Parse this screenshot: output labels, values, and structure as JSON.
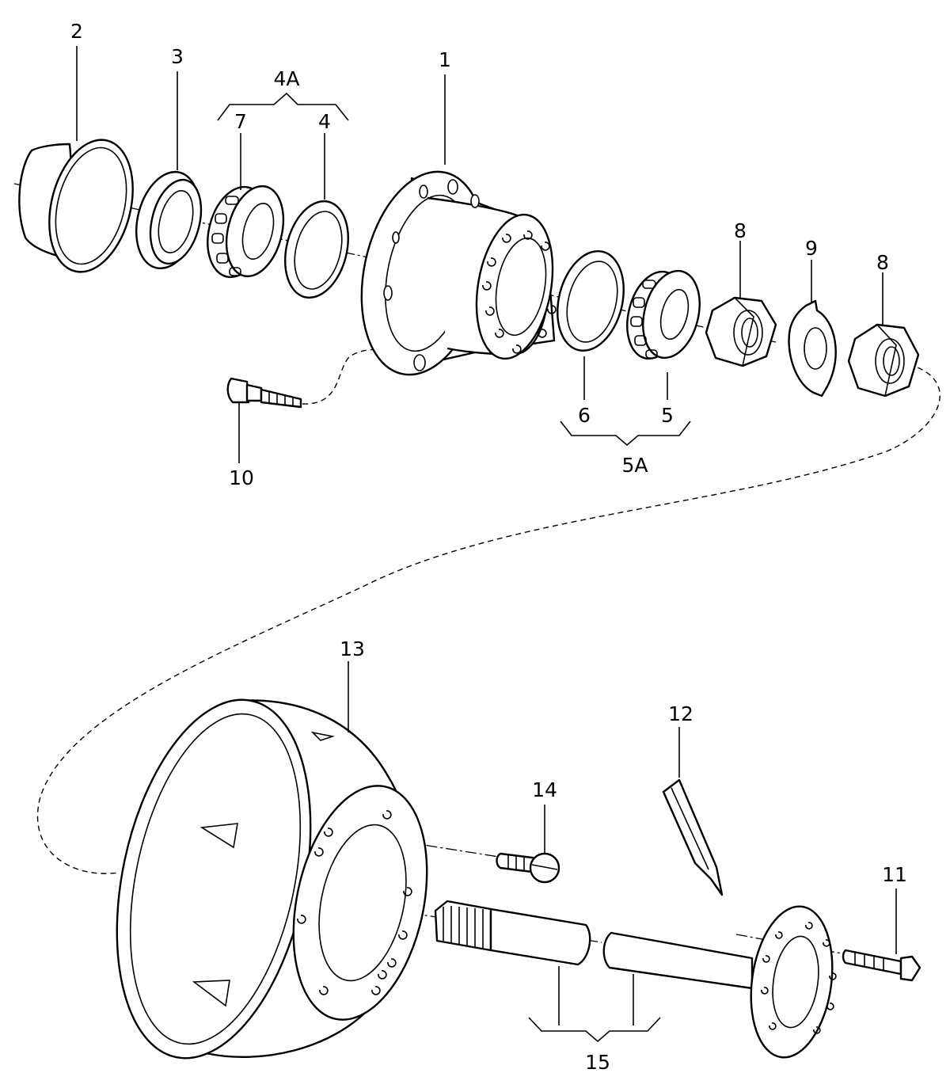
{
  "callouts": {
    "c1": "1",
    "c2": "2",
    "c3": "3",
    "c4": "4",
    "c4A": "4A",
    "c5": "5",
    "c5A": "5A",
    "c6": "6",
    "c7": "7",
    "c8a": "8",
    "c8b": "8",
    "c9": "9",
    "c10": "10",
    "c11": "11",
    "c12": "12",
    "c13": "13",
    "c14": "14",
    "c15": "15"
  }
}
